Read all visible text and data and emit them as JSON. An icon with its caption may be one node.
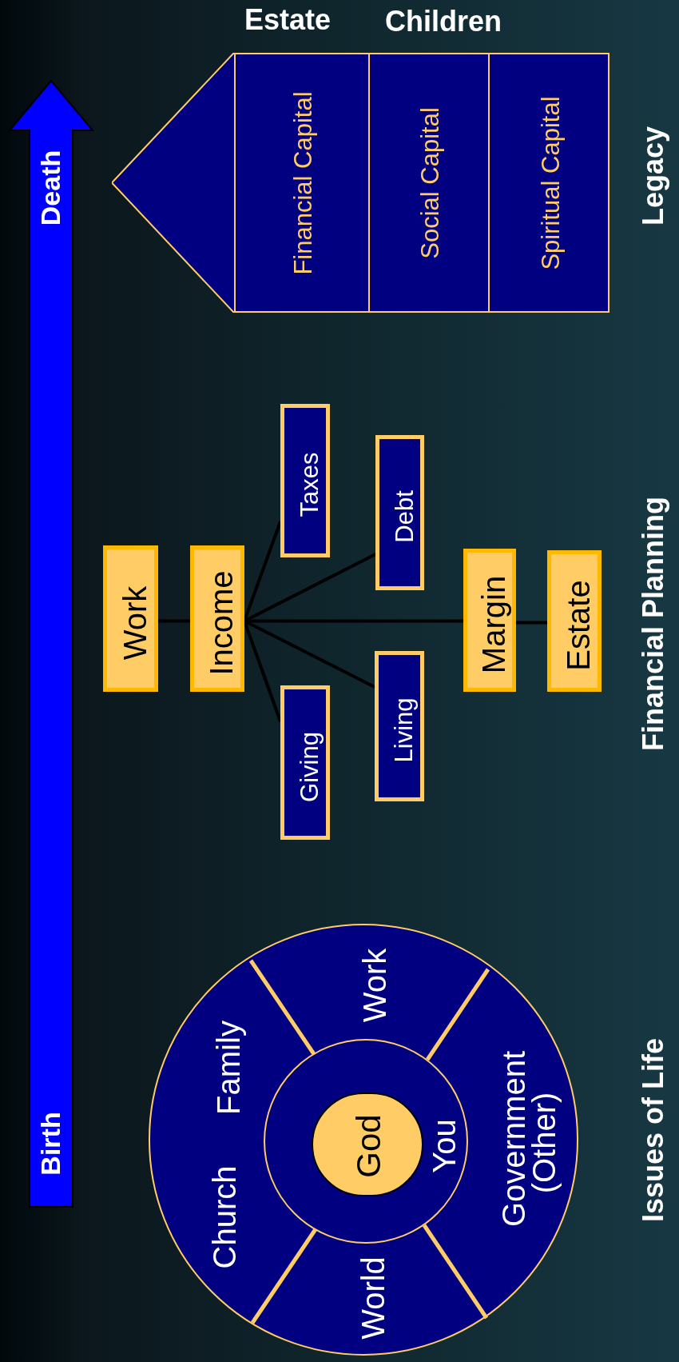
{
  "diagram": {
    "nodes": [
      {
        "text": [
          "Birth",
          "Death"
        ]
      },
      {
        "text": [],
        "shape": "pentagon"
      },
      {
        "text": [
          "Financial Capital"
        ],
        "in": 1
      },
      {
        "text": [
          "Social Capital"
        ],
        "in": 1
      },
      {
        "text": [
          "Spiritual Capital"
        ],
        "in": 1
      },
      {
        "text": [
          "Work"
        ]
      },
      {
        "text": [
          "Income"
        ]
      },
      {
        "text": [
          "Taxes"
        ]
      },
      {
        "text": [
          "Debt"
        ]
      },
      {
        "text": [
          "Giving"
        ]
      },
      {
        "text": [
          "Living"
        ]
      },
      {
        "text": [
          "Margin"
        ]
      },
      {
        "text": [
          "Estate"
        ]
      },
      {
        "text": [
          "Church",
          "Family",
          "Work",
          "Government",
          "(Other)",
          "World"
        ]
      },
      {
        "text": [
          "You"
        ],
        "in": 13
      },
      {
        "text": [
          "God"
        ],
        "in": 14
      }
    ],
    "edges": [
      {
        "from": 5,
        "to": 6,
        "arrow": "none"
      },
      {
        "from": 6,
        "to": 7,
        "arrow": "none"
      },
      {
        "from": 6,
        "to": 8,
        "arrow": "none"
      },
      {
        "from": 6,
        "to": 10,
        "arrow": "none"
      },
      {
        "from": 6,
        "to": 9,
        "arrow": "none"
      },
      {
        "from": 6,
        "to": 11,
        "arrow": "none"
      },
      {
        "from": 11,
        "to": 12,
        "arrow": "none"
      }
    ],
    "labels": [
      "Estate",
      "Children",
      "Legacy",
      "Financial Planning",
      "Issues of Life"
    ]
  }
}
